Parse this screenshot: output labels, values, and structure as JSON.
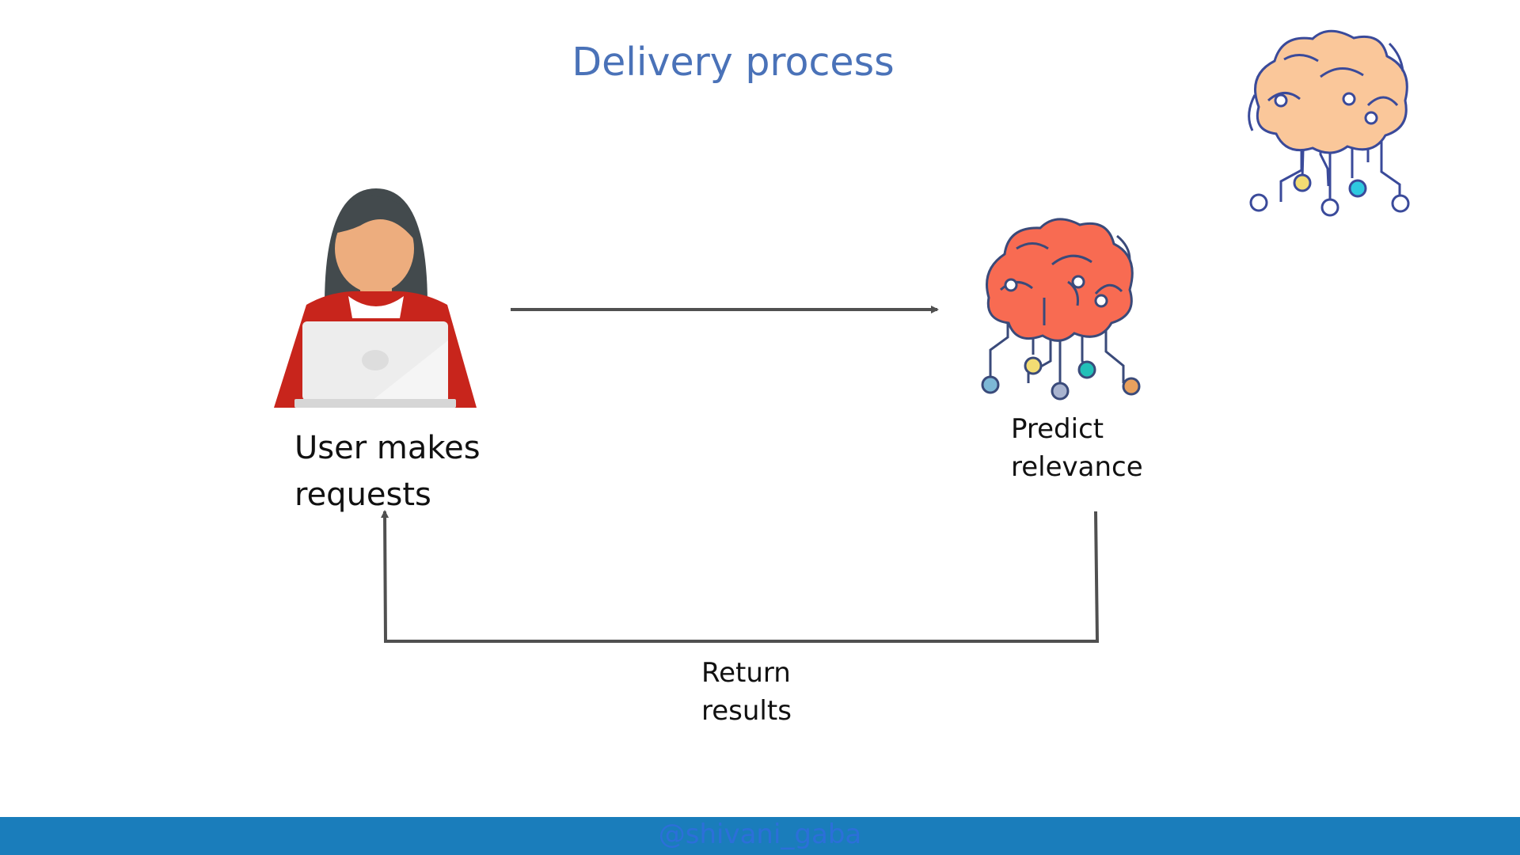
{
  "slide": {
    "title": "Delivery process",
    "footer_watermark": "@shivani_gaba"
  },
  "nodes": {
    "user": {
      "icon": "woman-with-laptop-icon",
      "label_lines": [
        "User makes",
        "requests"
      ]
    },
    "predict": {
      "icon": "circuit-brain-icon",
      "label_lines": [
        "Predict",
        "relevance"
      ]
    },
    "decor": {
      "icon": "circuit-brain-icon"
    }
  },
  "edges": {
    "return": {
      "label_lines": [
        "Return",
        "results"
      ]
    }
  },
  "colors": {
    "title": "#4A72B8",
    "footer_bar": "#1A7DBB",
    "arrow": "#505050",
    "brain_main": "#F86B52",
    "brain_decor": "#FAC79A",
    "jacket": "#C8251C",
    "laptop": "#EDEDED"
  }
}
